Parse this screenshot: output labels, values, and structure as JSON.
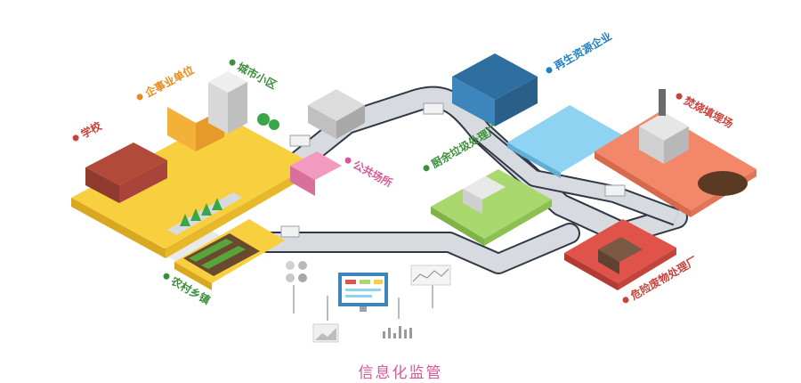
{
  "colors": {
    "yellow_zone": "#f7cf3f",
    "green_zone": "#a9d86e",
    "blue_zone": "#8fd3f2",
    "orange_zone": "#f2876a",
    "red_zone": "#e0534a",
    "road": "#d7dbe0",
    "road_edge": "#303846",
    "label_green": "#3b8f3b",
    "label_orange": "#e98b1f",
    "label_blue": "#1f7fc1",
    "label_red": "#c9423b",
    "caption": "#d9579a"
  },
  "labels": {
    "school": "学校",
    "enterprise": "企事业单位",
    "community": "城市小区",
    "public_place": "公共场所",
    "rural": "农村乡镇",
    "kitchen_plant": "厨余垃圾处理厂",
    "recycling": "再生资源企业",
    "incineration": "焚烧填埋场",
    "hazardous": "危险废物处理厂"
  },
  "caption": "信息化监管"
}
